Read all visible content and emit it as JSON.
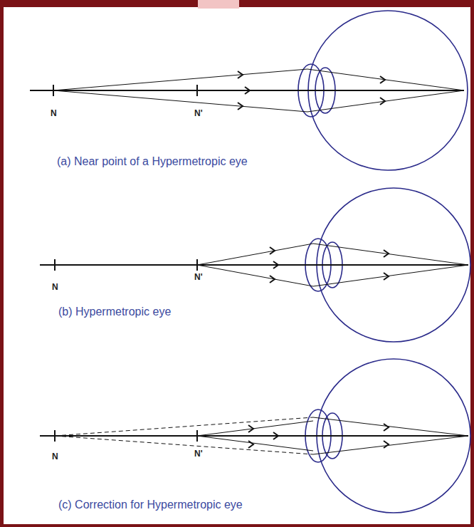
{
  "diagram": {
    "labels": [
      "N",
      "N'",
      "(a) Near point of a Hypermetropic eye",
      "N",
      "N'",
      "(b) Hypermetropic eye",
      "N",
      "N'",
      "(c) Correction for Hypermetropic eye"
    ]
  }
}
